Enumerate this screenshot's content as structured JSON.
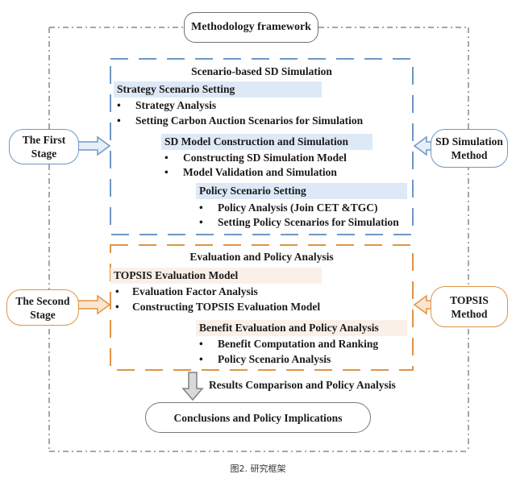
{
  "framework": {
    "title": "Methodology framework"
  },
  "stage1": {
    "section_title": "Scenario-based SD Simulation",
    "stage_label": "The First Stage",
    "stage_label_lines": [
      "The First",
      "Stage"
    ],
    "method_label_lines": [
      "SD Simulation",
      "Method"
    ],
    "blocks": [
      {
        "heading": "Strategy Scenario Setting",
        "items": [
          "Strategy Analysis",
          "Setting Carbon Auction Scenarios for Simulation"
        ]
      },
      {
        "heading": "SD Model Construction and Simulation",
        "items": [
          "Constructing SD Simulation Model",
          "Model Validation and Simulation"
        ]
      },
      {
        "heading": "Policy Scenario Setting",
        "items": [
          "Policy Analysis (Join CET &TGC)",
          "Setting Policy Scenarios for Simulation"
        ]
      }
    ]
  },
  "stage2": {
    "section_title": "Evaluation and Policy Analysis",
    "stage_label_lines": [
      "The Second",
      "Stage"
    ],
    "method_label_lines": [
      "TOPSIS",
      "Method"
    ],
    "blocks": [
      {
        "heading": "TOPSIS Evaluation Model",
        "items": [
          "Evaluation Factor Analysis",
          "Constructing TOPSIS Evaluation Model"
        ]
      },
      {
        "heading": "Benefit Evaluation and Policy Analysis",
        "items": [
          "Benefit Computation and Ranking",
          "Policy Scenario Analysis"
        ]
      }
    ]
  },
  "results": {
    "arrow_label": "Results Comparison and Policy Analysis",
    "conclusion": "Conclusions and Policy Implications"
  },
  "bullet_glyph": "•",
  "caption": "图2. 研究框架",
  "colors": {
    "blue": "#6f97c6",
    "blue_fill": "#dde9f7",
    "orange": "#e09447",
    "orange_fill": "#fbf0e8",
    "gray": "#7a7a7a"
  }
}
